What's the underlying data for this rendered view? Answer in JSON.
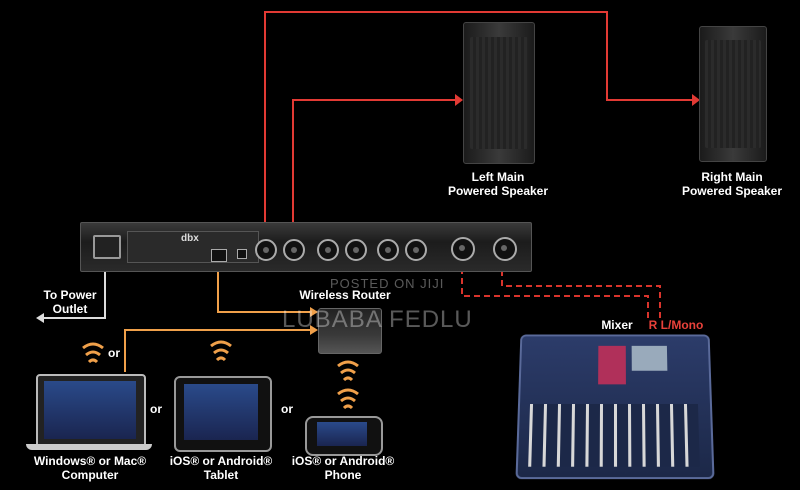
{
  "labels": {
    "left_speaker": [
      "Left Main",
      "Powered Speaker"
    ],
    "right_speaker": [
      "Right Main",
      "Powered Speaker"
    ],
    "power_outlet": [
      "To Power",
      "Outlet"
    ],
    "router": "Wireless Router",
    "mixer": "Mixer",
    "mixer_output": "R L/Mono",
    "computer": [
      "Windows® or Mac®",
      "Computer"
    ],
    "tablet": [
      "iOS® or Android®",
      "Tablet"
    ],
    "phone": [
      "iOS® or Android®",
      "Phone"
    ],
    "or": "or"
  },
  "device": {
    "brand": "dbx"
  },
  "watermark": {
    "line1": "POSTED ON JIJI",
    "line2": "LUBABA FEDLU"
  },
  "colors": {
    "red_wire": "#e23a34",
    "orange_wire": "#f0a04a",
    "mixer_wire": "#d9342c",
    "mixer_label": "#e8413a"
  }
}
